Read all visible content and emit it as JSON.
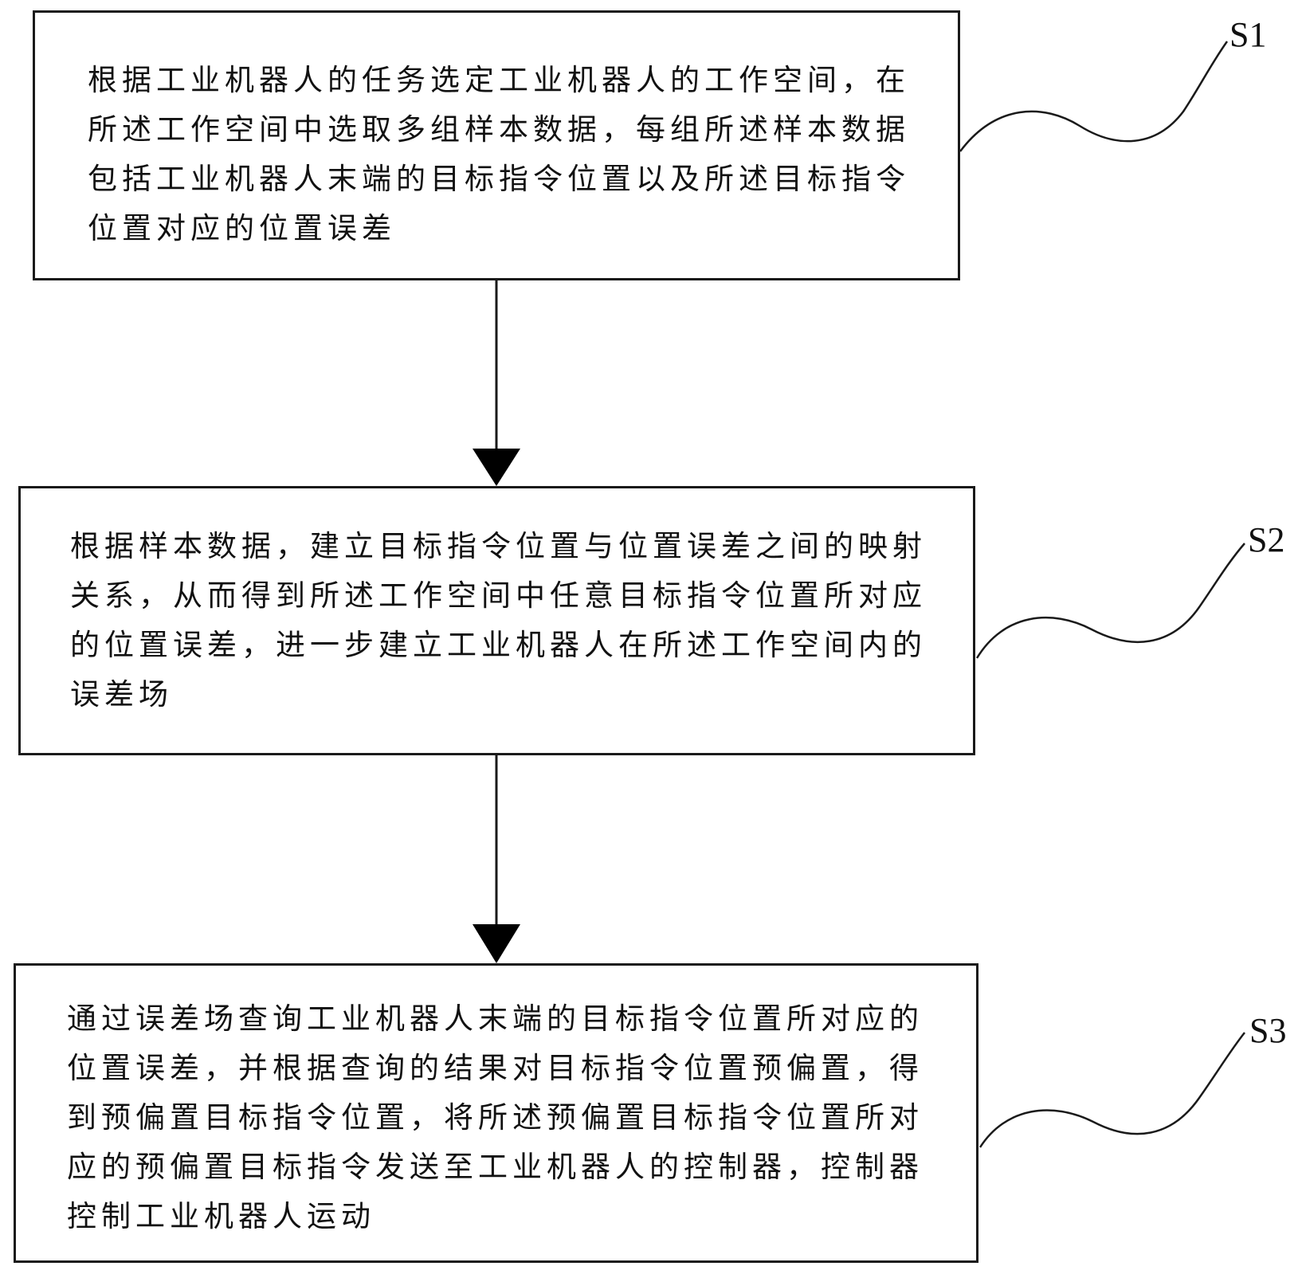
{
  "steps": [
    {
      "label": "S1",
      "text": "根据工业机器人的任务选定工业机器人的工作空间，在所述工作空间中选取多组样本数据，每组所述样本数据包括工业机器人末端的目标指令位置以及所述目标指令位置对应的位置误差"
    },
    {
      "label": "S2",
      "text": "根据样本数据，建立目标指令位置与位置误差之间的映射关系，从而得到所述工作空间中任意目标指令位置所对应的位置误差，进一步建立工业机器人在所述工作空间内的误差场"
    },
    {
      "label": "S3",
      "text": "通过误差场查询工业机器人末端的目标指令位置所对应的位置误差，并根据查询的结果对目标指令位置预偏置，得到预偏置目标指令位置，将所述预偏置目标指令位置所对应的预偏置目标指令发送至工业机器人的控制器，控制器控制工业机器人运动"
    }
  ]
}
